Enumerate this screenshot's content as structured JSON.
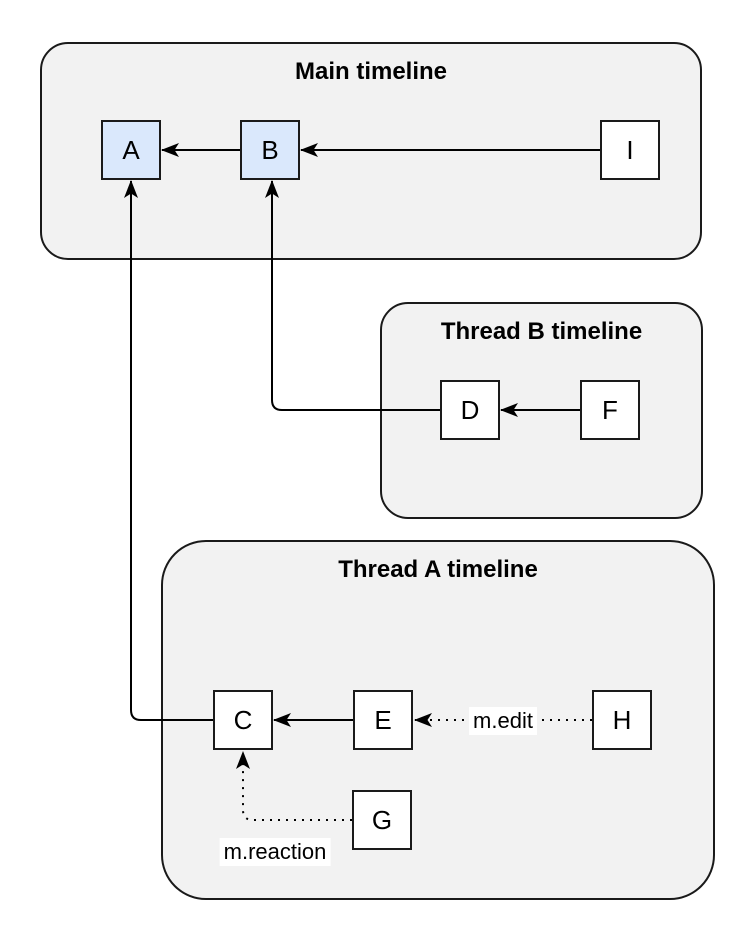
{
  "diagram": {
    "containers": [
      {
        "id": "main",
        "title": "Main timeline"
      },
      {
        "id": "thread-b",
        "title": "Thread B timeline"
      },
      {
        "id": "thread-a",
        "title": "Thread A timeline"
      }
    ],
    "nodes": {
      "A": {
        "label": "A",
        "timeline": "main",
        "highlighted": true
      },
      "B": {
        "label": "B",
        "timeline": "main",
        "highlighted": true
      },
      "I": {
        "label": "I",
        "timeline": "main",
        "highlighted": false
      },
      "D": {
        "label": "D",
        "timeline": "thread-b",
        "highlighted": false
      },
      "F": {
        "label": "F",
        "timeline": "thread-b",
        "highlighted": false
      },
      "C": {
        "label": "C",
        "timeline": "thread-a",
        "highlighted": false
      },
      "E": {
        "label": "E",
        "timeline": "thread-a",
        "highlighted": false
      },
      "H": {
        "label": "H",
        "timeline": "thread-a",
        "highlighted": false
      },
      "G": {
        "label": "G",
        "timeline": "thread-a",
        "highlighted": false
      }
    },
    "edges": [
      {
        "from": "B",
        "to": "A",
        "style": "solid",
        "label": ""
      },
      {
        "from": "I",
        "to": "B",
        "style": "solid",
        "label": ""
      },
      {
        "from": "D",
        "to": "B",
        "style": "solid",
        "label": ""
      },
      {
        "from": "F",
        "to": "D",
        "style": "solid",
        "label": ""
      },
      {
        "from": "C",
        "to": "A",
        "style": "solid",
        "label": ""
      },
      {
        "from": "E",
        "to": "C",
        "style": "solid",
        "label": ""
      },
      {
        "from": "H",
        "to": "E",
        "style": "dotted",
        "label": "m.edit"
      },
      {
        "from": "G",
        "to": "C",
        "style": "dotted",
        "label": "m.reaction"
      }
    ]
  },
  "colors": {
    "container_fill": "#f2f2f2",
    "container_stroke": "#1a1a1a",
    "node_fill": "#ffffff",
    "node_highlight_fill": "#dae8fc",
    "node_stroke": "#1a1a1a",
    "edge_color": "#000000",
    "canvas_bg": "#ffffff"
  }
}
